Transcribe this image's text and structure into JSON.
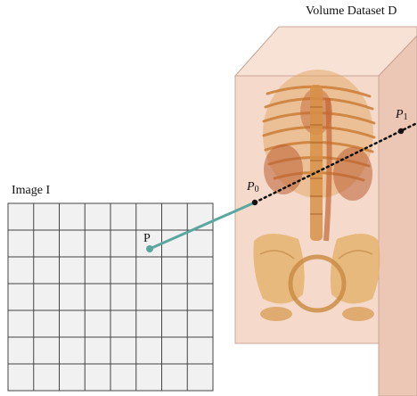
{
  "labels": {
    "volume": "Volume Dataset D",
    "image": "Image I",
    "point": "P",
    "p0_main": "P",
    "p0_sub": "0",
    "p1_main": "P",
    "p1_sub": "1"
  },
  "colors": {
    "ray": "#5aa7a0",
    "dotted_ray": "#111111",
    "box_front": "#f3d6c8",
    "box_top": "#f8e2d6",
    "box_side": "#e9c1ad",
    "grid_fill": "#f1f1f1",
    "grid_line": "#444444",
    "bone": "#d99a4a"
  },
  "grid": {
    "rows": 7,
    "cols": 8
  }
}
